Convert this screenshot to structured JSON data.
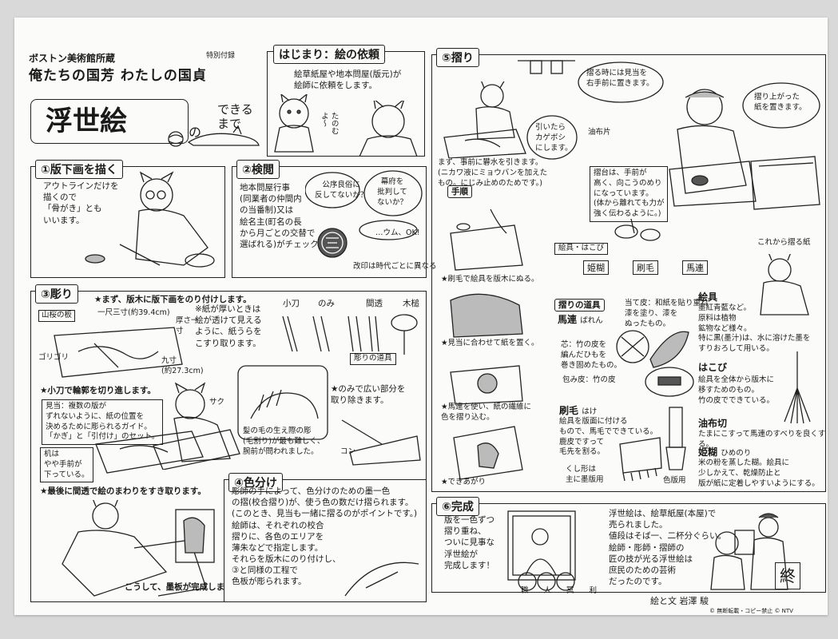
{
  "header": {
    "museum": "ボストン美術館所蔵",
    "exhibition": "俺たちの国芳 わたしの国貞",
    "badge": "特別付録",
    "banner_main": "浮世絵",
    "banner_no": "の",
    "banner_dekiru": "できる",
    "banner_made": "まで"
  },
  "hajimari": {
    "title": "はじまり：絵の依頼",
    "text": "絵草紙屋や地本問屋(版元)が\n絵師に依頼をします。",
    "speech": "たのむよ〜"
  },
  "sec1": {
    "title": "①版下画を描く",
    "text": "アウトラインだけを\n描くので\n「骨がき」とも\nいいます。"
  },
  "sec2": {
    "title": "②検閲",
    "text": "地本問屋行事\n(同業者の仲間内\nの当番制)又は\n絵名主(町名の長\nから月ごとの交替で\n選ばれる)がチェックします。",
    "bubble1": "公序良俗に\n反してないか？",
    "bubble2": "幕府を\n批判して\nないか？",
    "bubble3": "…ウム、OK!",
    "stamp_note": "改印は時代ごとに異なる"
  },
  "sec3": {
    "title": "③彫り",
    "step1": "★まず、版木に版下画をのり付けします。",
    "dim_top": "一尺三寸(約39.4cm)",
    "wood": "山桜の板",
    "dim_side": "厚さ一寸",
    "dim_h": "九寸\n(約27.3cm)",
    "note_paper": "※紙が厚いときは\n絵が透けて見える\nように、紙うらを\nこすり取ります。",
    "tools": [
      "小刀",
      "のみ",
      "間透",
      "木槌"
    ],
    "tool_label": "彫りの道具",
    "step2": "★小刀で輪郭を切り進します。",
    "nomi": "★のみで広い部分を\n取り除きます。",
    "kento": "見当：複数の版が\nずれないように、紙の位置を\n決めるために彫られるガイド。\n「かぎ」と「引付け」のセット。",
    "hair": "髪の毛の生え際の彫\n(毛割り)が最も難しく、\n腕前が問われました。",
    "desk": "机は\nやや手前が\n下っている。",
    "step3": "★最後に間透で絵のまわりをすき取ります。",
    "done": "こうして、墨板が完成します！",
    "sfx1": "サク",
    "sfx2": "コン",
    "sfx3": "ゴリゴリ"
  },
  "sec4": {
    "title": "④色分け",
    "text": "彫師の手によって、色分けのための墨一色\nの摺(校合摺り)が、使う色の数だけ摺られます。\n(このとき、見当も一緒に摺るのがポイントです。)\n絵師は、それぞれの校合\n摺りに、各色のエリアを\n薄朱などで指定します。\nそれらを版木にのり付けし、\n③と同様の工程で\n色板が彫られます。"
  },
  "sec5": {
    "title": "⑤摺り",
    "hikitate": "引いたら\nカゲボシ\nにします。",
    "sizumizu": "まず、事前に礬水を引きます。\n(ニカワ液にミョウバンを加えた\nもの。にじみ止めのためです。)",
    "baren_note": "摺る時には見当を\n右手前に置きます。",
    "aburanuno": "油布片",
    "suridai": "摺台は、手前が\n高く、向こうのめり\nになっています。\n(体から離れても力が\n強く伝わるように。)",
    "finished": "摺り上がった\n紙を置きます。",
    "paper": "これから摺る紙",
    "tejun": "手順",
    "step_a": "★刷毛で絵具を版木にぬる。",
    "step_b": "★見当に合わせて紙を置く。",
    "step_c": "★馬連を使い、紙の繊維に\n色を摺り込む。",
    "step_d": "★できあがり",
    "ebako": "絵具・はこび",
    "himenori": "姫糊",
    "hake": "刷毛",
    "baren": "馬連",
    "dougu": "摺りの道具",
    "baren_title": "馬連",
    "baren_small": "ばれん",
    "ategawa": "当て皮：和紙を貼り重ね\n漆を塗り、漆を\nぬったもの。",
    "shin": "芯：竹の皮を\n編んだひもを\n巻き固めたもの。",
    "tsutsumi": "包み皮：竹の皮",
    "hake_title": "刷毛",
    "hake_small": "はけ",
    "hake_text": "絵具を版面に付ける\nもので、馬毛でできている。\n鹿皮ですって\n毛先を割る。",
    "kushi": "くし形は\n主に墨版用",
    "iro": "色版用",
    "enogu_title": "絵具",
    "enogu_text": "墨紅青藍など。\n原料は植物\n鉱物など様々。\n特に黒(墨汁)は、水に溶けた墨を\nすりおろして用いる。",
    "hakobi_title": "はこび",
    "hakobi_text": "絵具を全体から版木に\n移すためのもの。\n竹の皮でできている。",
    "abura_title": "油布切",
    "abura_text": "たまにこすって馬連のすべりを良くする。",
    "hime_title": "姫糊",
    "hime_small": "ひめのり",
    "hime_text": "米の粉を蒸した糊。絵具に\n少しかえて、乾燥防止と\n版が紙に定着しやすいようにする。"
  },
  "sec6": {
    "title": "⑥完成",
    "text": "版を一色ずつ\n摺り重ね、\nついに見事な\n浮世絵が\n完成します！",
    "shokunin": "職 人 冥 利",
    "right": "浮世絵は、絵草紙屋(本屋)で\n売られました。\n値段はそば一、二杯分ぐらい。\n絵師・彫師・摺師の\n匠の技が光る浮世絵は\n庶民のための芸術\nだったのです。"
  },
  "footer": {
    "end_stamp": "終",
    "credit": "絵と文 岩澤 駿",
    "copyright": "© 無断転載・コピー禁止   © NTV"
  }
}
